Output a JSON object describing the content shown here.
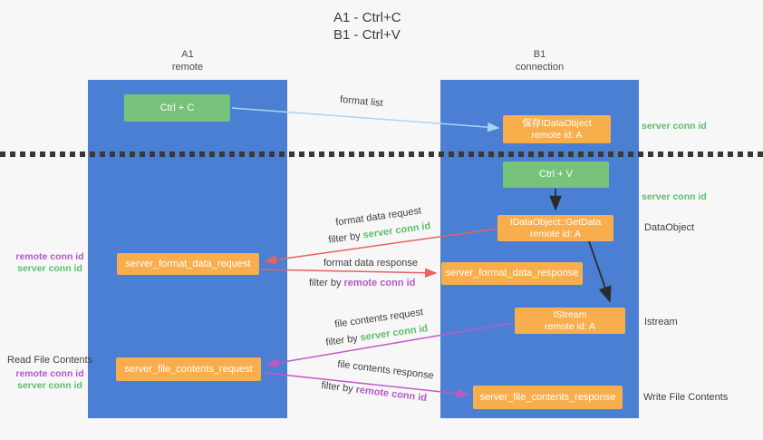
{
  "title": {
    "line1": "A1 - Ctrl+C",
    "line2": "B1 - Ctrl+V"
  },
  "columns": {
    "left": {
      "id": "A1",
      "role": "remote"
    },
    "right": {
      "id": "B1",
      "role": "connection"
    }
  },
  "nodes": {
    "ctrl_c": "Ctrl + C",
    "ctrl_v": "Ctrl + V",
    "save_dataobject": {
      "line1": "保存IDataObject",
      "line2": "remote id: A"
    },
    "getdata": {
      "line1": "IDataObject::GetData",
      "line2": "remote id: A"
    },
    "istream": {
      "line1": "IStream",
      "line2": "remote id: A"
    },
    "format_request": "server_format_data_request",
    "format_response": "server_format_data_response",
    "file_request": "server_file_contents_request",
    "file_response": "server_file_contents_response"
  },
  "arrow_labels": {
    "format_list": "format list",
    "format_data_request": "format data request",
    "format_data_response": "format data response",
    "file_contents_request": "file contents request",
    "file_contents_response": "file contents response",
    "filter_by": "filter by",
    "server_conn_id": "server conn id",
    "remote_conn_id": "remote conn id"
  },
  "side_labels": {
    "server_conn_id": "server conn id",
    "remote_conn_id": "remote conn id",
    "dataobject": "DataObject",
    "istream": "Istream",
    "read_file_contents": "Read File Contents",
    "write_file_contents": "Write File Contents"
  },
  "colors": {
    "column_blue": "#4A7FD3",
    "green_box": "#77C37B",
    "orange_box": "#F9AE4D",
    "green_text": "#5CBE6C",
    "purple_text": "#B557CB",
    "red_arrow": "#E7635F",
    "magenta_arrow": "#C158C5",
    "light_blue_arrow": "#A9D5F0",
    "black_arrow": "#2b2b2b"
  }
}
